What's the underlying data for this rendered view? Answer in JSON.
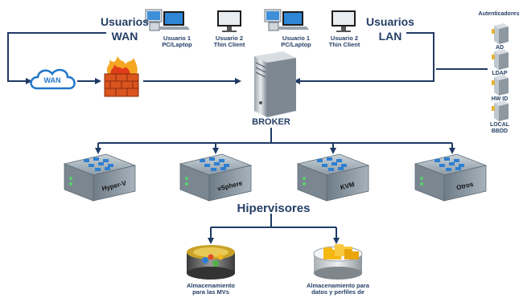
{
  "wan_group": {
    "title": "Usuarios",
    "subtitle": "WAN",
    "cloud_label": "WAN"
  },
  "lan_group": {
    "title": "Usuarios",
    "subtitle": "LAN"
  },
  "wan_clients": [
    {
      "line1": "Usuario 1",
      "line2": "PC/Laptop"
    },
    {
      "line1": "Usuario 2",
      "line2": "Thin Client"
    }
  ],
  "lan_clients": [
    {
      "line1": "Usuario 1",
      "line2": "PC/Laptop"
    },
    {
      "line1": "Usuario 2",
      "line2": "Thin Client"
    }
  ],
  "broker": {
    "label": "BROKER"
  },
  "authenticators": {
    "title": "Autenticadores",
    "items": [
      {
        "label": "AD"
      },
      {
        "label": "LDAP"
      },
      {
        "label": "HW ID"
      },
      {
        "label": "LOCAL",
        "label2": "BBDD"
      }
    ]
  },
  "hypervisors": {
    "title": "Hipervisores",
    "items": [
      {
        "label": "Hyper-V"
      },
      {
        "label": "vSphere"
      },
      {
        "label": "KVM"
      },
      {
        "label": "Otros"
      }
    ]
  },
  "storage": [
    {
      "line1": "Almacenamiento",
      "line2": "para las MVs"
    },
    {
      "line1": "Almacenamiento para",
      "line2": "datos y perfiles de"
    }
  ],
  "colors": {
    "connector": "#1f3a66",
    "label": "#243f66",
    "server_body": "#8a9aa6",
    "firewall": "#d9541e",
    "cloud": "#1f77c8"
  }
}
